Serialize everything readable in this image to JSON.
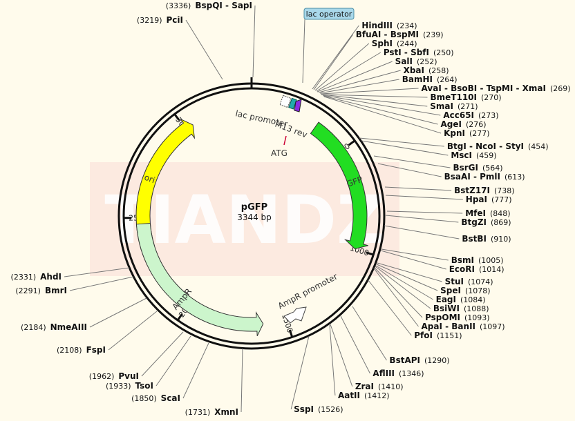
{
  "plasmid": {
    "name": "pGFP",
    "length_label": "3344 bp",
    "total_bp": 3344
  },
  "watermark": "TIANDZ",
  "colors": {
    "background": "#fffbec",
    "ori": "#ffff00",
    "gfp": "#22dd22",
    "ampr": "#ccf5cc",
    "promoter": "#ffffff",
    "lac_operator": "#a9d8ea",
    "watermark": "#fbe3dc"
  },
  "ticks": [
    {
      "bp": 500,
      "label": "500"
    },
    {
      "bp": 1000,
      "label": "1000"
    },
    {
      "bp": 1500,
      "label": "1500"
    },
    {
      "bp": 2000,
      "label": "2000"
    },
    {
      "bp": 2500,
      "label": "2500"
    },
    {
      "bp": 3000,
      "label": "3000"
    }
  ],
  "features": {
    "ori": {
      "label": "ori",
      "start": 2350,
      "end": 3040
    },
    "gfp": {
      "label": "GFP",
      "start": 330,
      "end": 1000
    },
    "ampr": {
      "label": "AmpR",
      "start": 1615,
      "end": 2470
    },
    "ampr_promoter": {
      "label": "AmpR promoter"
    },
    "lac_promoter": {
      "label": "lac promoter"
    },
    "m13_rev": {
      "label": "M13 rev"
    },
    "atg": {
      "label": "ATG"
    },
    "lac_operator": {
      "label": "lac operator"
    }
  },
  "sites": [
    {
      "name": "BspQI - SapI",
      "pos": "3336"
    },
    {
      "name": "PciI",
      "pos": "3219"
    },
    {
      "name": "HindIII",
      "pos": "234"
    },
    {
      "name": "BfuAI - BspMI",
      "pos": "239"
    },
    {
      "name": "SphI",
      "pos": "244"
    },
    {
      "name": "PstI - SbfI",
      "pos": "250"
    },
    {
      "name": "SalI",
      "pos": "252"
    },
    {
      "name": "XbaI",
      "pos": "258"
    },
    {
      "name": "BamHI",
      "pos": "264"
    },
    {
      "name": "AvaI - BsoBI - TspMI - XmaI",
      "pos": "269"
    },
    {
      "name": "BmeT110I",
      "pos": "270"
    },
    {
      "name": "SmaI",
      "pos": "271"
    },
    {
      "name": "Acc65I",
      "pos": "273"
    },
    {
      "name": "AgeI",
      "pos": "276"
    },
    {
      "name": "KpnI",
      "pos": "277"
    },
    {
      "name": "BtgI - NcoI - StyI",
      "pos": "454"
    },
    {
      "name": "MscI",
      "pos": "459"
    },
    {
      "name": "BsrGI",
      "pos": "564"
    },
    {
      "name": "BsaAI - PmlI",
      "pos": "613"
    },
    {
      "name": "BstZ17I",
      "pos": "738"
    },
    {
      "name": "HpaI",
      "pos": "777"
    },
    {
      "name": "MfeI",
      "pos": "848"
    },
    {
      "name": "BtgZI",
      "pos": "869"
    },
    {
      "name": "BstBI",
      "pos": "910"
    },
    {
      "name": "BsmI",
      "pos": "1005"
    },
    {
      "name": "EcoRI",
      "pos": "1014"
    },
    {
      "name": "StuI",
      "pos": "1074"
    },
    {
      "name": "SpeI",
      "pos": "1078"
    },
    {
      "name": "EagI",
      "pos": "1084"
    },
    {
      "name": "BsiWI",
      "pos": "1088"
    },
    {
      "name": "PspOMI",
      "pos": "1093"
    },
    {
      "name": "ApaI - BanII",
      "pos": "1097"
    },
    {
      "name": "PfoI",
      "pos": "1151"
    },
    {
      "name": "BstAPI",
      "pos": "1290"
    },
    {
      "name": "AflIII",
      "pos": "1346"
    },
    {
      "name": "ZraI",
      "pos": "1410"
    },
    {
      "name": "AatII",
      "pos": "1412"
    },
    {
      "name": "SspI",
      "pos": "1526"
    },
    {
      "name": "XmnI",
      "pos": "1731"
    },
    {
      "name": "ScaI",
      "pos": "1850"
    },
    {
      "name": "TsoI",
      "pos": "1933"
    },
    {
      "name": "PvuI",
      "pos": "1962"
    },
    {
      "name": "FspI",
      "pos": "2108"
    },
    {
      "name": "NmeAIII",
      "pos": "2184"
    },
    {
      "name": "BmrI",
      "pos": "2291"
    },
    {
      "name": "AhdI",
      "pos": "2331"
    }
  ]
}
